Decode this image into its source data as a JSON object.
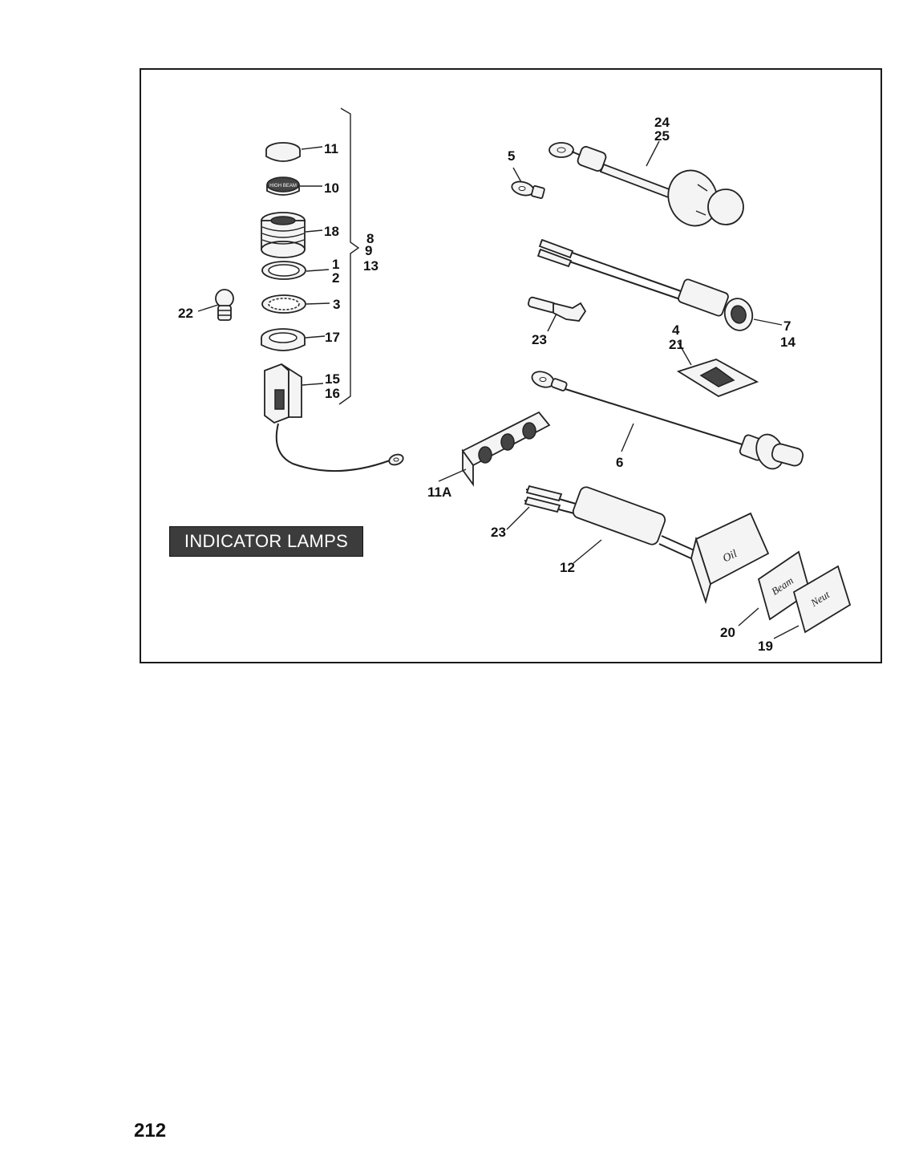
{
  "banner_title": "INDICATOR LAMPS",
  "page_number": "212",
  "callouts": {
    "c11": "11",
    "c10": "10",
    "c18": "18",
    "c1": "1",
    "c2": "2",
    "c3": "3",
    "c17": "17",
    "c15": "15",
    "c16": "16",
    "c8": "8",
    "c9": "9",
    "c13": "13",
    "c22": "22",
    "c5": "5",
    "c24": "24",
    "c25": "25",
    "c7": "7",
    "c14": "14",
    "c4": "4",
    "c21": "21",
    "c23a": "23",
    "c6": "6",
    "c11A": "11A",
    "c23b": "23",
    "c12": "12",
    "c20": "20",
    "c19": "19"
  },
  "part_labels": {
    "high_beam": "HIGH BEAM",
    "oil": "Oil",
    "beam": "Beam",
    "neut": "Neut"
  }
}
